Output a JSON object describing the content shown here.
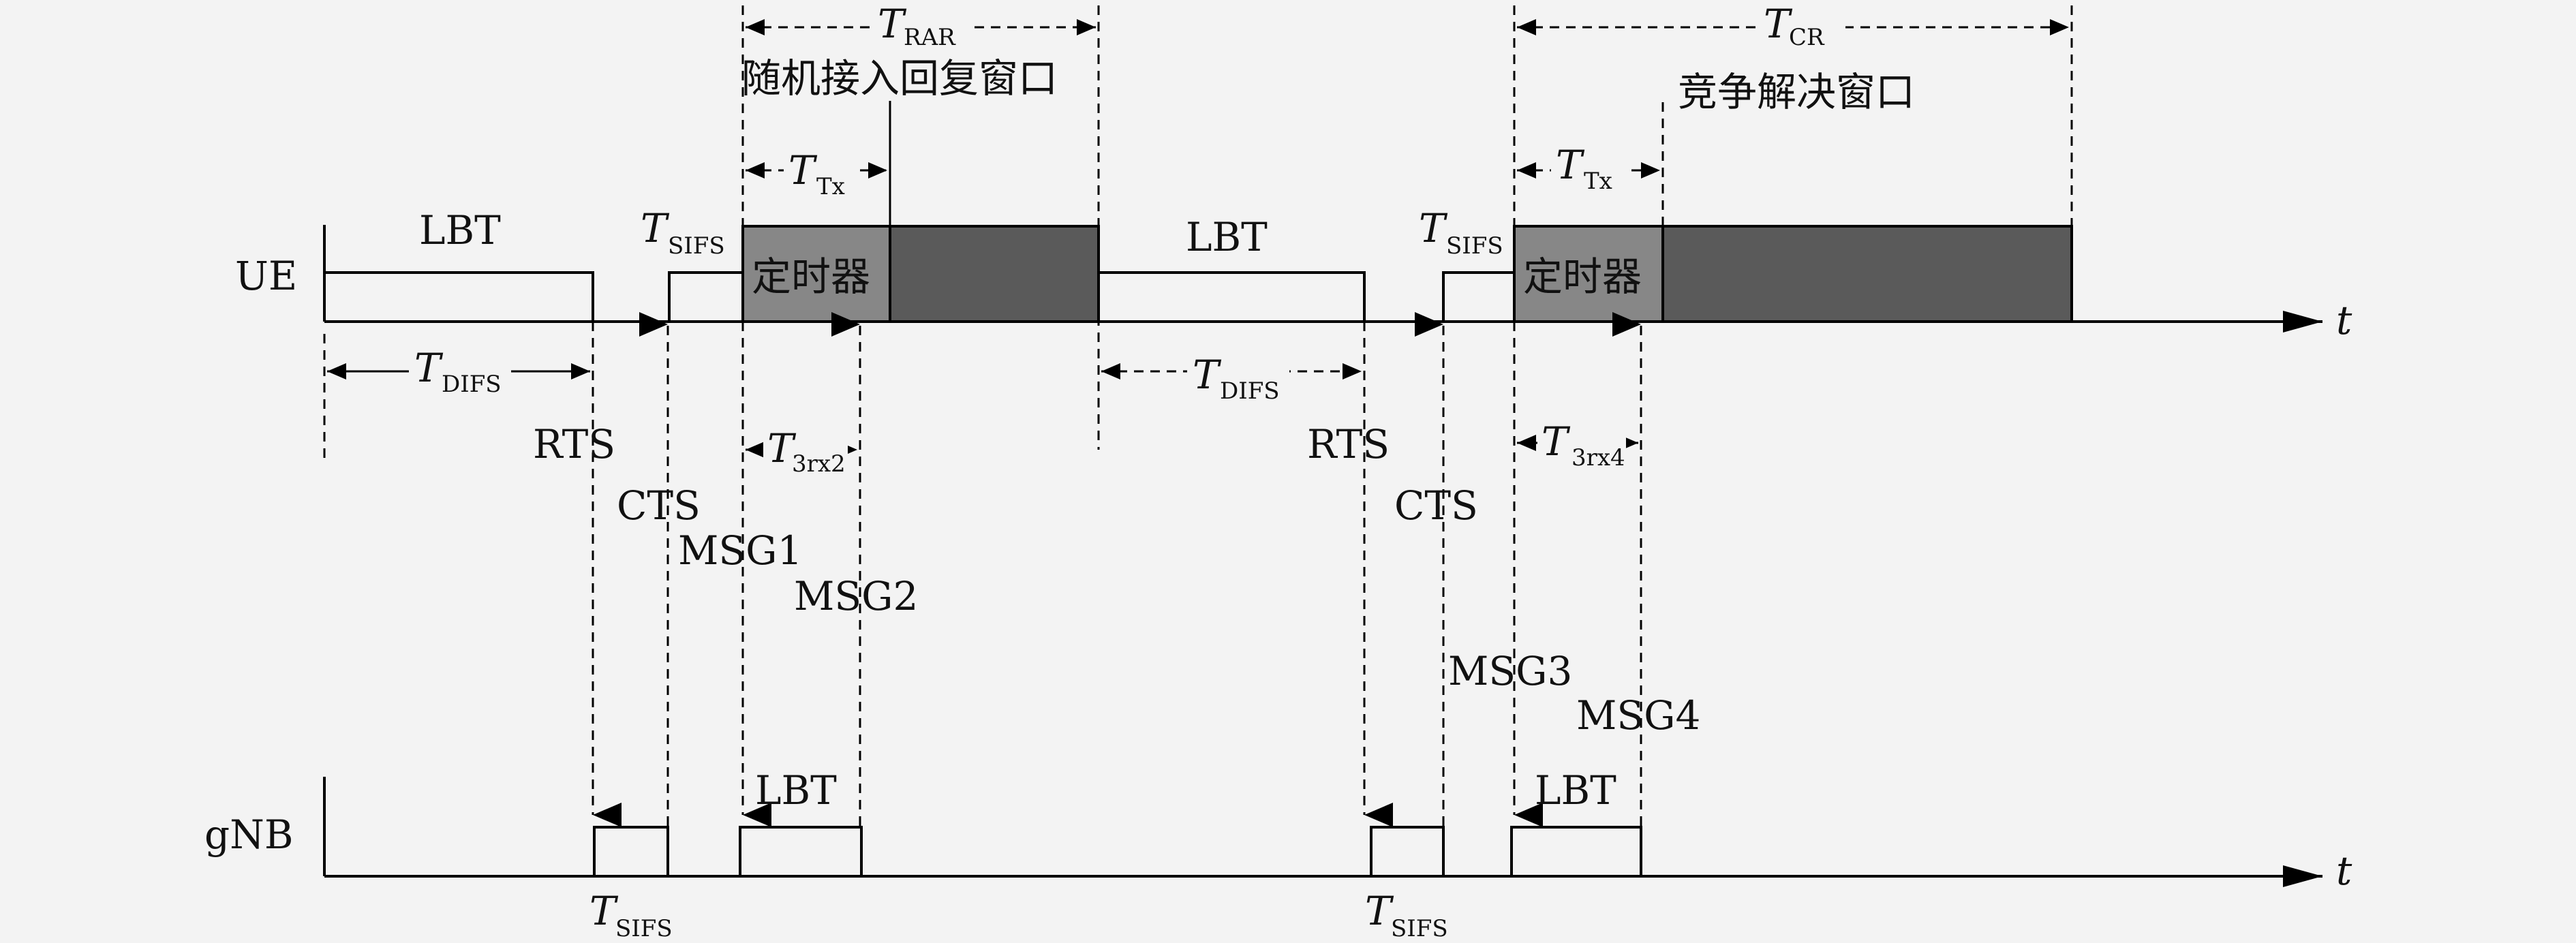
{
  "rows": {
    "ue": "UE",
    "gnb": "gNB"
  },
  "axis": {
    "t_label": "t"
  },
  "labels": {
    "lbt": "LBT",
    "rts": "RTS",
    "cts": "CTS",
    "msg1": "MSG1",
    "msg2": "MSG2",
    "msg3": "MSG3",
    "msg4": "MSG4",
    "timer": "定时器",
    "rar_window": "随机接入回复窗口",
    "cr_window": "竞争解决窗口",
    "T": "T",
    "sub_difs": "DIFS",
    "sub_sifs": "SIFS",
    "sub_rar": "RAR",
    "sub_cr": "CR",
    "sub_tx": "Tx",
    "sub_3rx2": "3rx2",
    "sub_3rx4": "3rx4"
  },
  "colors": {
    "timer_box": "#878787",
    "window_box": "#5a5a5a",
    "line": "#000000",
    "background": "#f3f3f3"
  }
}
